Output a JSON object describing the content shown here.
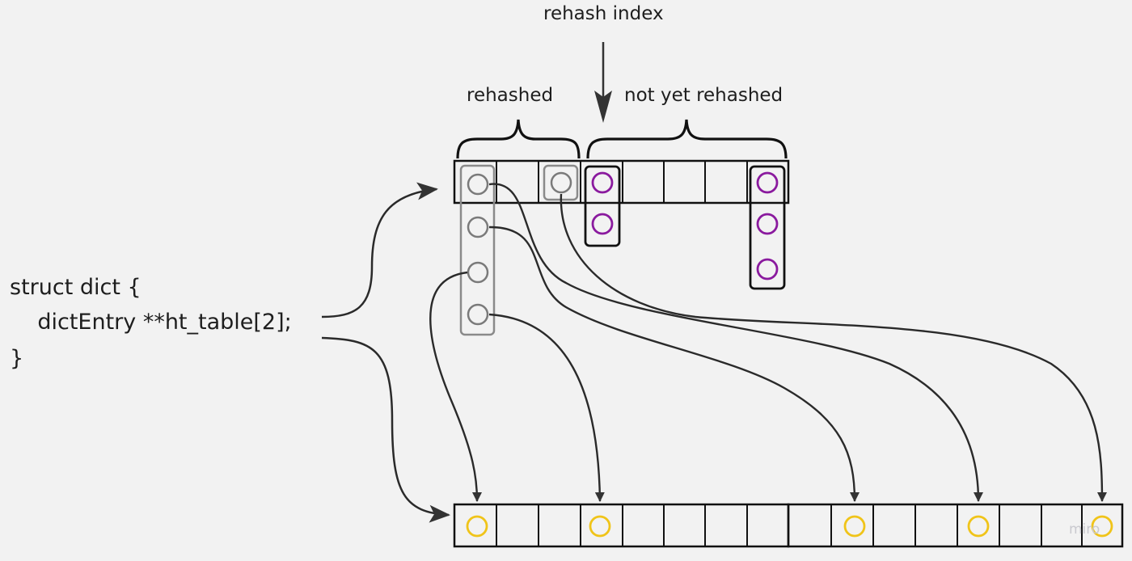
{
  "labels": {
    "rehash_index": "rehash index",
    "rehashed": "rehashed",
    "not_yet_rehashed": "not yet rehashed"
  },
  "code": {
    "line1": "struct dict {",
    "line2": "    dictEntry **ht_table[2];",
    "line3": "}"
  },
  "watermark": "miro",
  "colors": {
    "background": "#f2f2f2",
    "ink": "#1e1e1e",
    "rehashed_gray": "#7a7a7a",
    "old_entry_purple": "#8a1a9e",
    "new_entry_yellow": "#f0c419"
  }
}
